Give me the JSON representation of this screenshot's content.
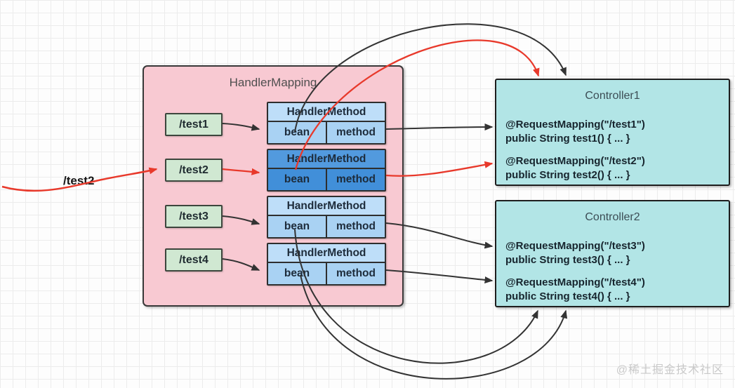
{
  "handler_mapping": {
    "title": "HandlerMapping",
    "paths": [
      {
        "label": "/test1"
      },
      {
        "label": "/test2"
      },
      {
        "label": "/test3"
      },
      {
        "label": "/test4"
      }
    ],
    "handler_methods": [
      {
        "title": "HandlerMethod",
        "bean_label": "bean",
        "method_label": "method",
        "highlighted": false
      },
      {
        "title": "HandlerMethod",
        "bean_label": "bean",
        "method_label": "method",
        "highlighted": true
      },
      {
        "title": "HandlerMethod",
        "bean_label": "bean",
        "method_label": "method",
        "highlighted": false
      },
      {
        "title": "HandlerMethod",
        "bean_label": "bean",
        "method_label": "method",
        "highlighted": false
      }
    ]
  },
  "controllers": [
    {
      "title": "Controller1",
      "methods": [
        {
          "annotation": "@RequestMapping(\"/test1\")",
          "signature": "public String test1() { ... }"
        },
        {
          "annotation": "@RequestMapping(\"/test2\")",
          "signature": "public String test2() { ... }"
        }
      ]
    },
    {
      "title": "Controller2",
      "methods": [
        {
          "annotation": "@RequestMapping(\"/test3\")",
          "signature": "public String test3() { ... }"
        },
        {
          "annotation": "@RequestMapping(\"/test4\")",
          "signature": "public String test4() { ... }"
        }
      ]
    }
  ],
  "incoming_request": {
    "label": "/test2"
  },
  "watermark": "@稀土掘金技术社区",
  "colors": {
    "container_pink": "#f8c9d2",
    "path_green": "#d0e8d2",
    "handler_blue_light": "#a9d2f3",
    "handler_blue_highlight": "#418fd9",
    "controller_cyan": "#b2e5e6",
    "arrow_black": "#333333",
    "arrow_red": "#e8392b",
    "watermark_gray": "#c9c9c9"
  }
}
